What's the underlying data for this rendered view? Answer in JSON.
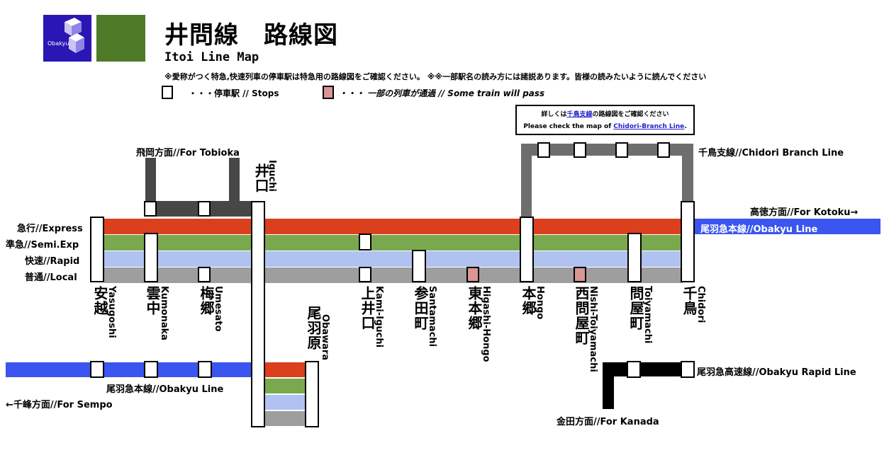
{
  "header": {
    "logo_text": "Obakyu",
    "title": "井問線　路線図",
    "subtitle": "Itoi Line Map",
    "note": "※愛称がつく特急,快速列車の停車駅は特急用の路線図をご確認ください。 ※※一部駅名の読み方には諸説あります。皆様の読みたいように読んでください"
  },
  "legend": {
    "stop_label": "・・・停車駅 // Stops",
    "pass_label": "・・・ 一部の列車が通過 // Some train will pass"
  },
  "info_box": {
    "line1_pre": "詳しくは",
    "line1_link": "千鳥支線",
    "line1_post": "の路線図をご確認ください",
    "line2_pre": "Please check the map of ",
    "line2_link": "Chidori-Branch Line",
    "line2_post": "."
  },
  "services": {
    "express": "急行//Express",
    "semi": "準急//Semi.Exp",
    "rapid": "快速//Rapid",
    "local": "普通//Local"
  },
  "directions": {
    "tobioka": "飛岡方面//For Tobioka",
    "kotoku": "高徳方面//For Kotoku→",
    "sempo": "←千峰方面//For Sempo",
    "kanada": "金田方面//For Kanada"
  },
  "lines": {
    "chidori_branch": "千鳥支線//Chidori Branch Line",
    "obakyu_main_right": "尾羽急本線//Obakyu Line",
    "obakyu_main_left": "尾羽急本線//Obakyu Line",
    "obakyu_rapid": "尾羽急高速線//Obakyu Rapid Line"
  },
  "stations": {
    "iguchi": {
      "jp": "井口",
      "en": "Iguchi"
    },
    "yasugoshi": {
      "jp": "安越",
      "en": "Yasugoshi"
    },
    "kumonaka": {
      "jp": "雲中",
      "en": "Kumonaka"
    },
    "umesato": {
      "jp": "梅郷",
      "en": "Umesato"
    },
    "obawara": {
      "jp": "尾羽原",
      "en": "Obawara"
    },
    "kami_iguchi": {
      "jp": "上井口",
      "en": "Kami-Iguchi"
    },
    "santamachi": {
      "jp": "参田町",
      "en": "Santamachi"
    },
    "higashi_hongo": {
      "jp": "東本郷",
      "en": "Higashi-Hongo"
    },
    "hongo": {
      "jp": "本郷",
      "en": "Hongo"
    },
    "nishi_toiyamachi": {
      "jp": "西問屋町",
      "en": "Nishi-Toiyamachi"
    },
    "toiyamachi": {
      "jp": "問屋町",
      "en": "Toiyamachi"
    },
    "chidori": {
      "jp": "千鳥",
      "en": "Chidori"
    }
  },
  "colors": {
    "express": "#dc3f1e",
    "semi": "#7aa84e",
    "rapid": "#b0c2f0",
    "local": "#9e9e9e",
    "obakyu_line": "#3a55f0",
    "tobioka_branch": "#474747",
    "chidori_branch": "#6e6e6e",
    "rapid_line": "#000000",
    "pass_stop": "#d99694"
  },
  "icons": [
    "obakyu-logo"
  ]
}
